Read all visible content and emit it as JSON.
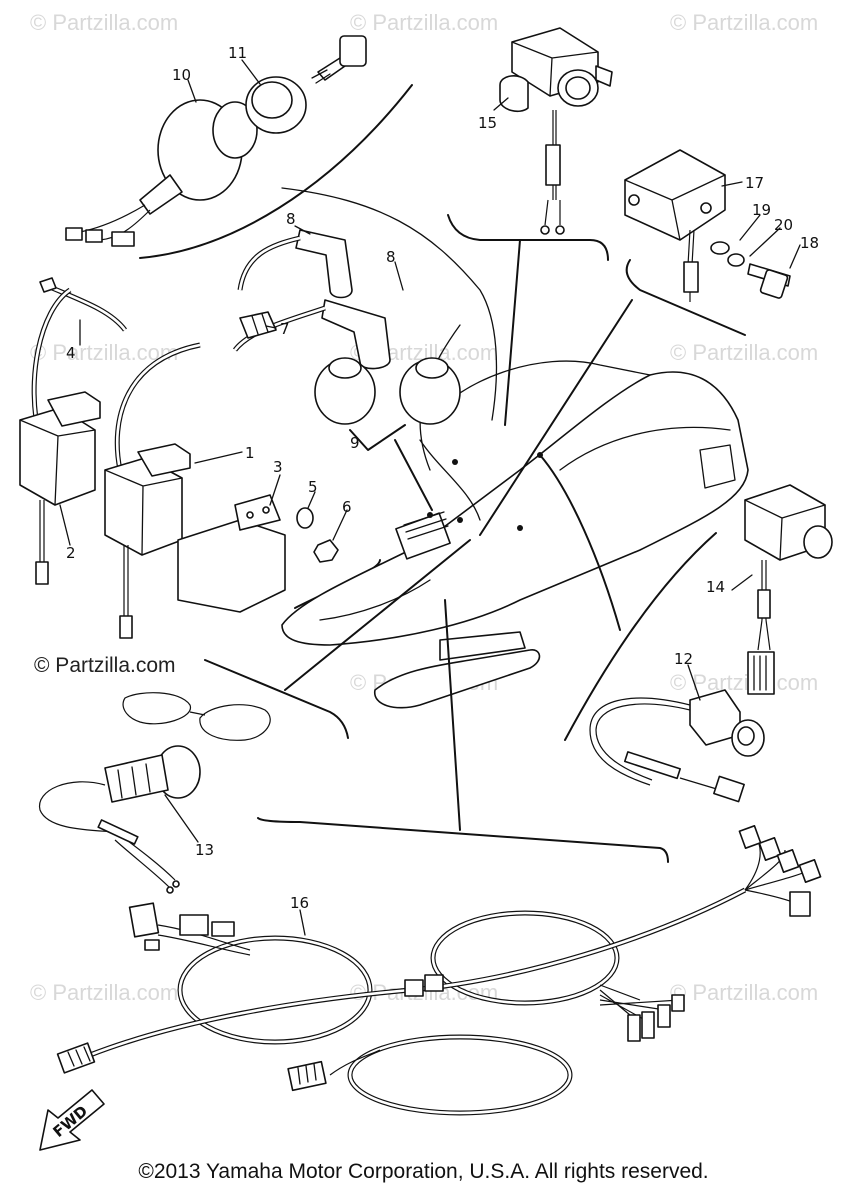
{
  "watermark": {
    "text": "© Partzilla.com",
    "text_short": "© Partzilla.c",
    "text_large": "© Partzilla.com"
  },
  "callouts": [
    {
      "id": "1",
      "text": "1"
    },
    {
      "id": "2",
      "text": "2"
    },
    {
      "id": "3",
      "text": "3"
    },
    {
      "id": "4",
      "text": "4"
    },
    {
      "id": "5",
      "text": "5"
    },
    {
      "id": "6",
      "text": "6"
    },
    {
      "id": "7",
      "text": "7"
    },
    {
      "id": "8a",
      "text": "8"
    },
    {
      "id": "8b",
      "text": "8"
    },
    {
      "id": "9",
      "text": "9"
    },
    {
      "id": "10",
      "text": "10"
    },
    {
      "id": "11",
      "text": "11"
    },
    {
      "id": "12",
      "text": "12"
    },
    {
      "id": "13",
      "text": "13"
    },
    {
      "id": "14",
      "text": "14"
    },
    {
      "id": "15",
      "text": "15"
    },
    {
      "id": "16",
      "text": "16"
    },
    {
      "id": "17",
      "text": "17"
    },
    {
      "id": "18",
      "text": "18"
    },
    {
      "id": "19",
      "text": "19"
    },
    {
      "id": "20",
      "text": "20"
    }
  ],
  "fwd_mark": "FWD",
  "footer": {
    "copyright": "©2013 Yamaha Motor Corporation, U.S.A. All rights reserved."
  }
}
